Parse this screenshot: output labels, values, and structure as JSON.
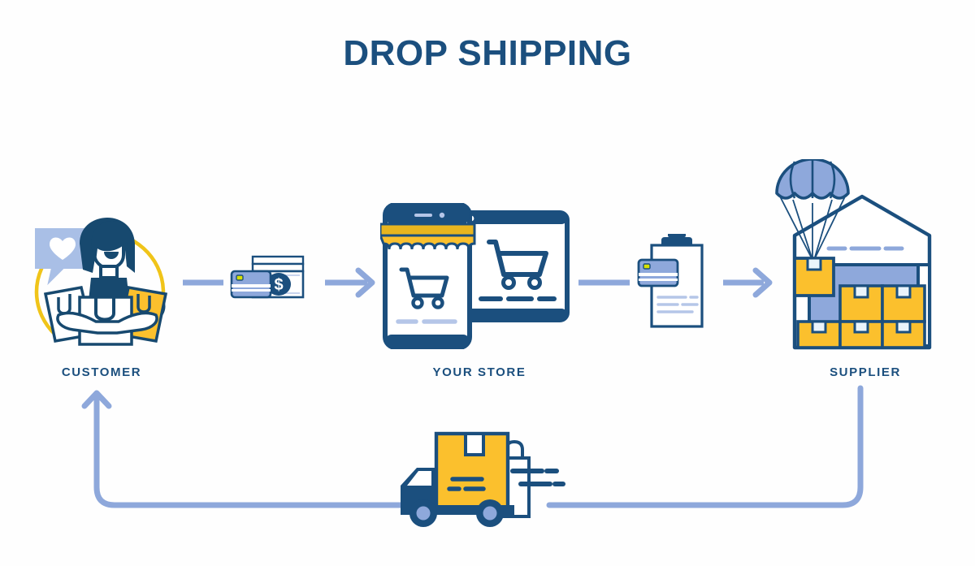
{
  "title": "DROP SHIPPING",
  "theme": {
    "navy": "#1b4f7e",
    "navy_dark": "#17496f",
    "periwinkle": "#8ea8db",
    "periwinkle_light": "#b5c6e8",
    "yellow": "#fbc02d",
    "yellow_dark": "#e8b51f",
    "gold_arc": "#f0c419",
    "white": "#ffffff",
    "background": "#fefefe"
  },
  "nodes": [
    {
      "id": "customer",
      "label": "CUSTOMER",
      "icon": "customer-with-shopping-bags-icon"
    },
    {
      "id": "store",
      "label": "YOUR STORE",
      "icon": "online-store-phone-tablet-icon"
    },
    {
      "id": "supplier",
      "label": "SUPPLIER",
      "icon": "warehouse-parachute-boxes-icon"
    }
  ],
  "flow_icons": [
    {
      "id": "payment",
      "name": "credit-card-and-cash-icon",
      "symbol": "$"
    },
    {
      "id": "order",
      "name": "clipboard-order-with-card-icon"
    },
    {
      "id": "truck",
      "name": "delivery-truck-with-package-icon"
    }
  ],
  "connectors": [
    {
      "id": "customer-to-payment",
      "name": "connector-line",
      "arrowhead": false
    },
    {
      "id": "payment-to-store",
      "name": "connector-arrow-right",
      "arrowhead": true
    },
    {
      "id": "store-to-order",
      "name": "connector-line",
      "arrowhead": false
    },
    {
      "id": "order-to-supplier",
      "name": "connector-arrow-right",
      "arrowhead": true
    },
    {
      "id": "supplier-to-customer-return",
      "name": "return-path-arrow-up",
      "arrowhead": true
    }
  ],
  "chart_data": {
    "type": "diagram",
    "title": "DROP SHIPPING",
    "diagram_kind": "process-flow",
    "nodes": [
      "CUSTOMER",
      "YOUR STORE",
      "SUPPLIER"
    ],
    "edges": [
      {
        "from": "CUSTOMER",
        "to": "YOUR STORE",
        "via": "payment (credit card and cash)"
      },
      {
        "from": "YOUR STORE",
        "to": "SUPPLIER",
        "via": "order (clipboard with card)"
      },
      {
        "from": "SUPPLIER",
        "to": "CUSTOMER",
        "via": "shipment (delivery truck)"
      }
    ]
  }
}
